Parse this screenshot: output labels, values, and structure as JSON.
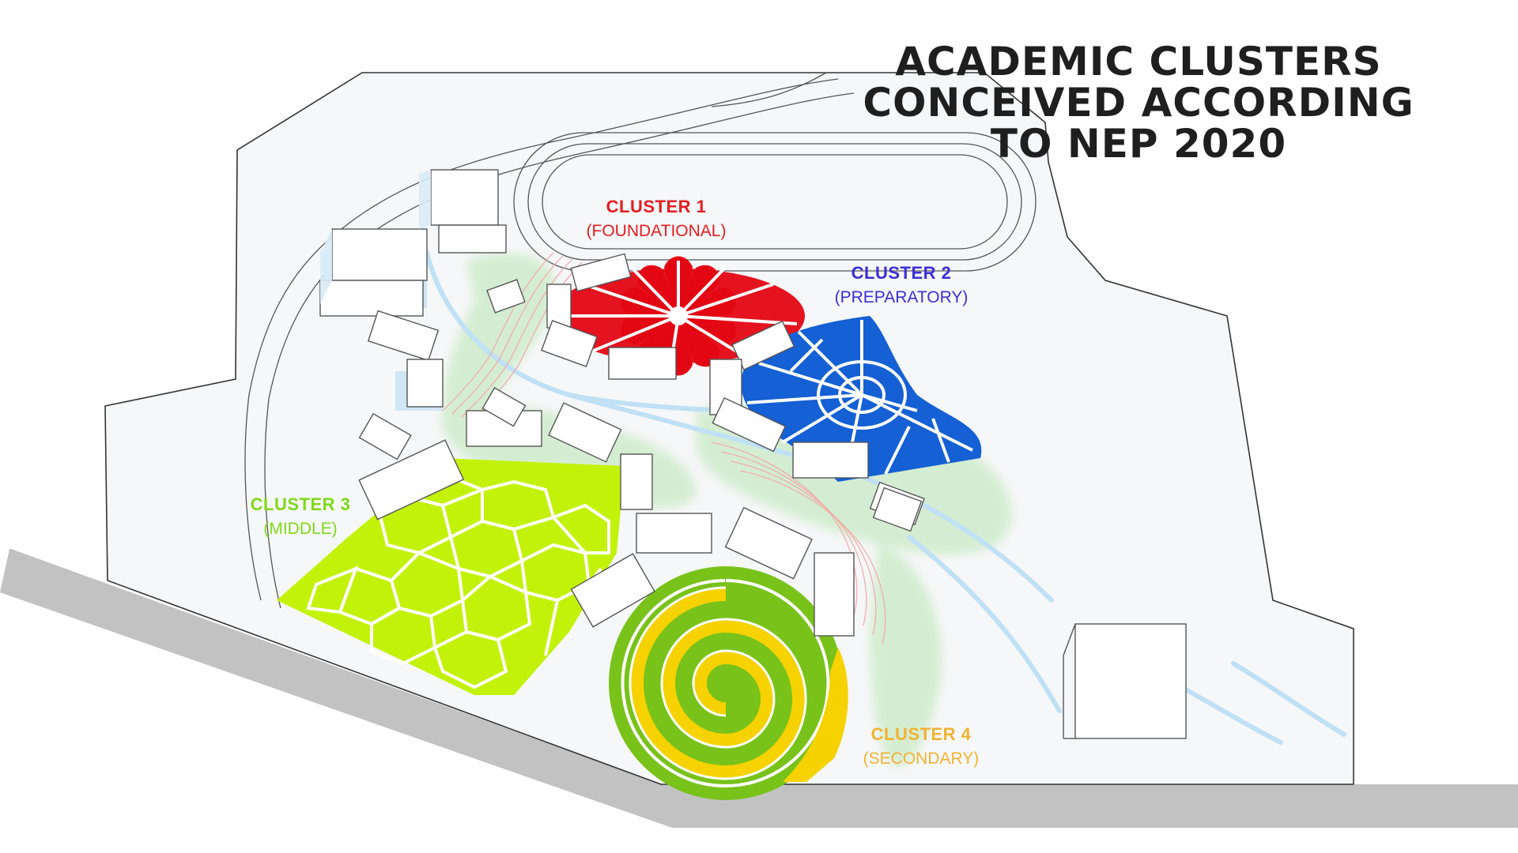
{
  "title": {
    "line1": "ACADEMIC CLUSTERS",
    "line2": "CONCEIVED ACCORDING",
    "line3": "TO NEP 2020"
  },
  "clusters": [
    {
      "name": "CLUSTER 1",
      "sub": "(FOUNDATIONAL)",
      "color": "#e41d21"
    },
    {
      "name": "CLUSTER 2",
      "sub": "(PREPARATORY)",
      "color": "#3a2fd6"
    },
    {
      "name": "CLUSTER 3",
      "sub": "(MIDDLE)",
      "color": "#7fd81a"
    },
    {
      "name": "CLUSTER 4",
      "sub": "(SECONDARY)",
      "color": "#f2b233"
    }
  ],
  "colors": {
    "cluster1_fill": "#e30613",
    "cluster2_fill": "#1460d4",
    "cluster3_fill": "#c3f20a",
    "cluster4_green": "#78c21a",
    "cluster4_yellow": "#f5d200",
    "green_zone": "#cfeccc",
    "water": "#bfe0f5",
    "road_band": "#c2c2c2",
    "site_outline": "#333333",
    "building_fill": "#ffffff",
    "building_stroke": "#555555"
  }
}
